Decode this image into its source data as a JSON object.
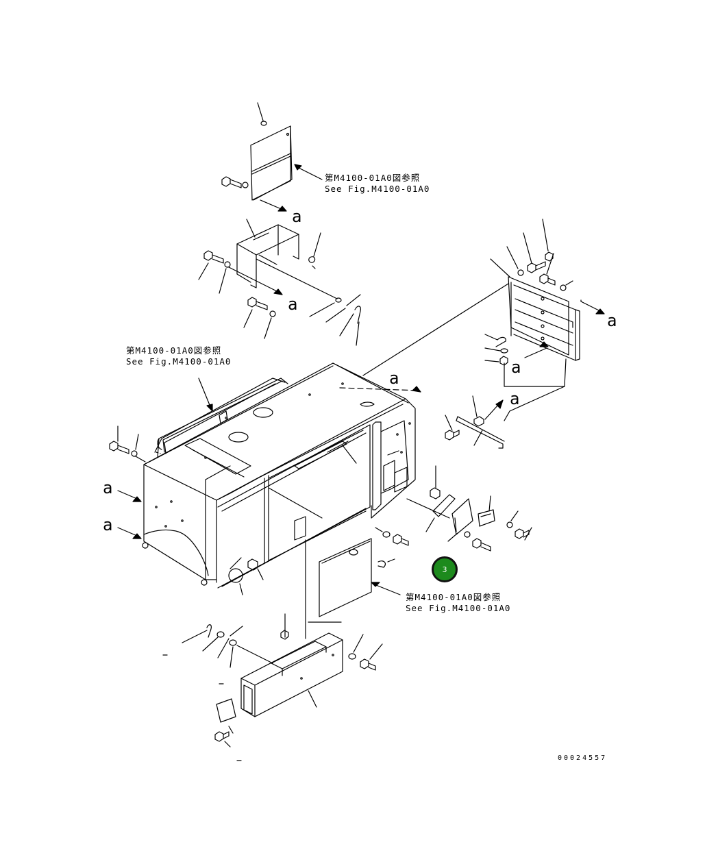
{
  "diagram": {
    "reference_note": {
      "jp": "第M4100-01A0図参照",
      "en": "See Fig.M4100-01A0"
    },
    "section_mark": "a",
    "drawing_number": "00024557",
    "callout": {
      "label": "3",
      "fill_color": "#1d8a1d",
      "text_color": "#ffffff"
    }
  }
}
